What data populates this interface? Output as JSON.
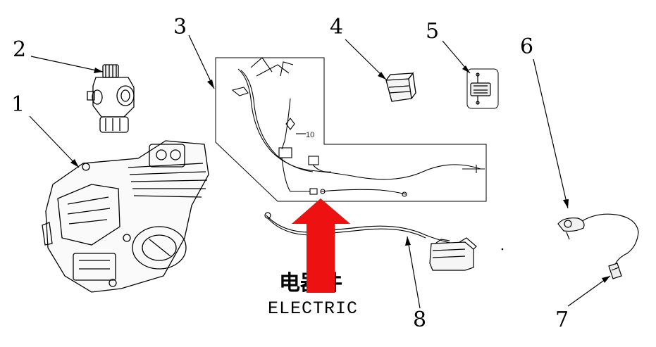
{
  "callouts": [
    "1",
    "2",
    "3",
    "4",
    "5",
    "6",
    "7",
    "8"
  ],
  "harness_tag": "10",
  "caption": {
    "chinese": "电器件",
    "english": "ELECTRIC"
  },
  "colors": {
    "arrow": "#ee1111",
    "line": "#000000"
  }
}
